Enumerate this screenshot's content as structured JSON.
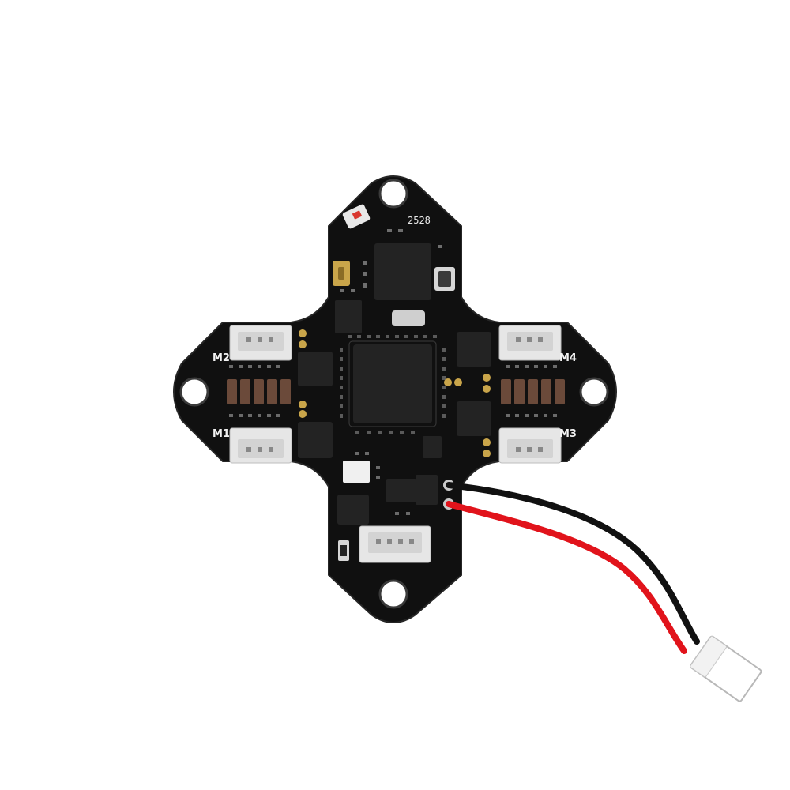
{
  "board": {
    "label_code": "2528",
    "motor_labels": [
      "M2",
      "M1",
      "M4",
      "M3"
    ],
    "colors": {
      "pcb": "#101010",
      "pcb_edge": "#1c1c1c",
      "chip": "#232323",
      "connector": "#e6e6e6",
      "wire_black": "#111111",
      "wire_red": "#e1131b",
      "gold": "#c9a54a",
      "cap": "#6b4a3a"
    }
  }
}
